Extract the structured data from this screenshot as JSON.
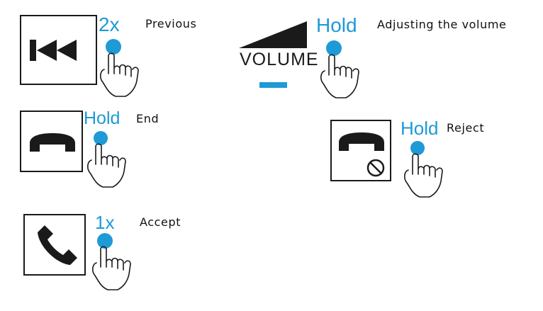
{
  "actions": {
    "previous": {
      "count": "2x",
      "label": "Previous",
      "icon": "skip-back-icon"
    },
    "volume": {
      "count": "Hold",
      "label": "Adjusting the volume",
      "icon_text": "VOLUME",
      "icon": "volume-ramp-icon"
    },
    "end": {
      "count": "Hold",
      "label": "End",
      "icon": "hang-up-icon"
    },
    "reject": {
      "count": "Hold",
      "label": "Reject",
      "icon": "hang-up-prohibited-icon"
    },
    "accept": {
      "count": "1x",
      "label": "Accept",
      "icon": "phone-handset-icon"
    }
  },
  "colors": {
    "accent": "#1e9ad6",
    "ink": "#1a1a1a"
  },
  "gesture_icon": "finger-tap-icon"
}
